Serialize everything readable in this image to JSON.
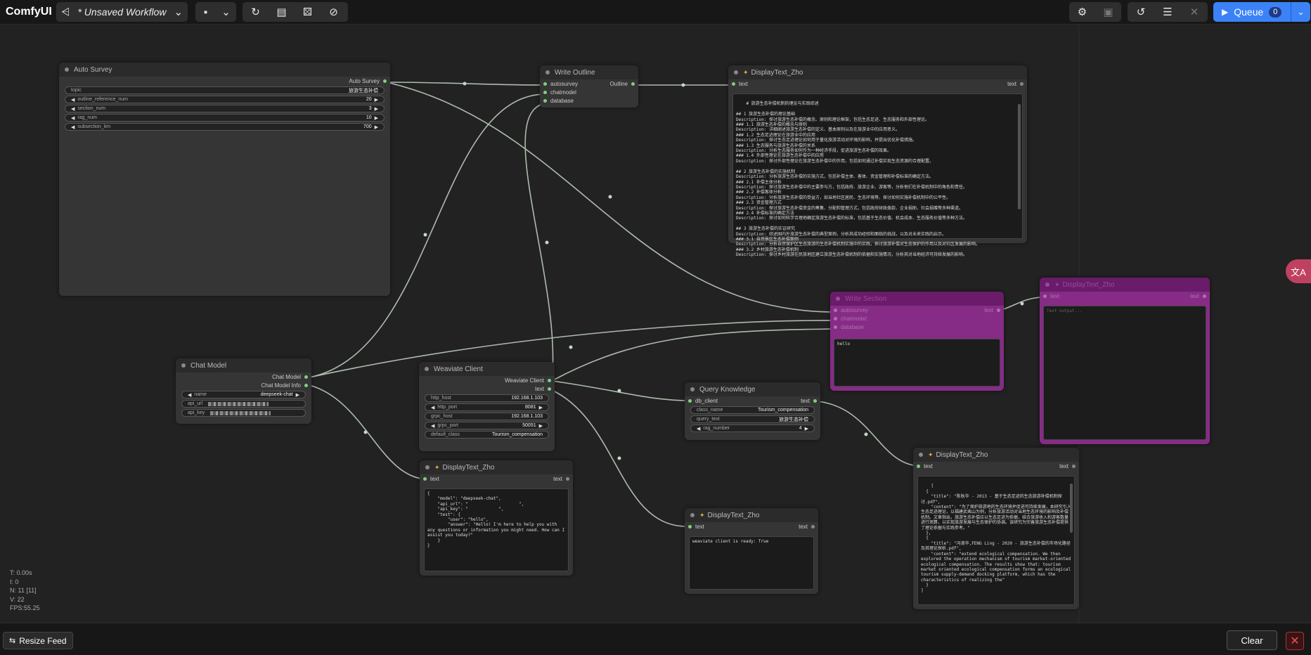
{
  "app": {
    "name": "ComfyUI",
    "workflow_title": "* Unsaved Workflow"
  },
  "queue": {
    "label": "Queue",
    "count": "0"
  },
  "icons": {
    "share": "⩤",
    "caret": "⌄",
    "save": "▪",
    "refresh": "↻",
    "clipboard": "▤",
    "dice": "⚄",
    "ban": "⊘",
    "gear": "⚙",
    "image": "▣",
    "history": "↺",
    "list": "☰",
    "close": "✕",
    "play": "▶",
    "translate": "文A"
  },
  "nodes": {
    "auto_survey": {
      "title": "Auto Survey",
      "output": "Auto Survey",
      "widgets": [
        {
          "label": "topic",
          "value": "旅游生态补偿",
          "arrows": false
        },
        {
          "label": "outline_reference_num",
          "value": "20",
          "arrows": true
        },
        {
          "label": "section_num",
          "value": "3",
          "arrows": true
        },
        {
          "label": "rag_num",
          "value": "10",
          "arrows": true
        },
        {
          "label": "subsection_len",
          "value": "700",
          "arrows": true
        }
      ]
    },
    "write_outline": {
      "title": "Write Outline",
      "inputs": [
        "autosurvey",
        "chatmodel",
        "database"
      ],
      "output": "Outline"
    },
    "display_outline": {
      "title": "DisplayText_Zho",
      "input": "text",
      "output": "text",
      "text": "# 旅游生态补偿机制的理论与实践综述\n\n## 1 旅游生态补偿的理论基础\nDescription: 探讨旅游生态补偿的概念、原则和理论框架，包括生态足迹、生态服务和外部性理论。\n### 1.1 旅游生态补偿的概念与原则\nDescription: 详细阐述旅游生态补偿的定义、基本原则以及在旅游业中的应用意义。\n### 1.2 生态足迹理论在旅游业中的应用\nDescription: 探讨生态足迹理论如何用于量化旅游活动对环境的影响，并提出优化补偿措施。\n### 1.3 生态服务与旅游生态补偿的关系\nDescription: 分析生态服务如何作为一种经济手段，促进旅游生态补偿的效果。\n### 1.4 外部性理论在旅游生态补偿中的应用\nDescription: 探讨外部性理论在旅游生态补偿中的作用，包括如何通过补偿实现生态资源的合理配置。\n\n## 2 旅游生态补偿的实施机制\nDescription: 分析旅游生态补偿的实施方式，包括补偿主体、客体、资金管理和补偿标准的确定方法。\n### 2.1 补偿主体分析\nDescription: 探讨旅游生态补偿中的主要参与方，包括政府、旅游企业、游客等，分析他们在补偿机制中的角色和责任。\n### 2.2 补偿客体分析\nDescription: 分析旅游生态补偿的受益方，如当地社区居民、生态环境等，探讨如何实施补偿机制中的公平性。\n### 2.3 资金管理方式\nDescription: 探讨旅游生态补偿资金的筹集、分配和管理方式，包括政府财政拨款、企业捐助、社会捐赠等多种渠道。\n### 2.4 补偿标准的确定方法\nDescription: 探讨如何科学合理地确定旅游生态补偿的标准，包括基于生态价值、机会成本、生态服务价值等多种方法。\n\n## 3 旅游生态补偿的实证研究\nDescription: 综述国内外旅游生态补偿的典型案例，分析其成功经验和面临的挑战，以及对未来实践的启示。\n### 3.1 自然景区生态补偿案例\nDescription: 分析自然保护区生态旅游的生态补偿机制实施中的实践，探讨旅游补偿对生态保护的作用以及对社区发展的影响。\n### 3.2 乡村旅游生态补偿机制\nDescription: 探讨乡村旅游在民族地区建立旅游生态补偿机制的依据和实施情况，分析其对当地经济可持续发展的影响。"
    },
    "chat_model": {
      "title": "Chat Model",
      "outputs": [
        "Chat Model",
        "Chat Model Info"
      ],
      "widgets": [
        {
          "label": "name",
          "value": "deepseek-chat",
          "arrows": true
        },
        {
          "label": "api_url",
          "value": "",
          "masked": true
        },
        {
          "label": "api_key",
          "value": "",
          "masked": true
        }
      ]
    },
    "weaviate_client": {
      "title": "Weaviate Client",
      "outputs": [
        "Weaviate Client",
        "text"
      ],
      "widgets": [
        {
          "label": "http_host",
          "value": "192.168.1.103",
          "arrows": false
        },
        {
          "label": "http_port",
          "value": "8081",
          "arrows": true
        },
        {
          "label": "grpc_host",
          "value": "192.168.1.103",
          "arrows": false
        },
        {
          "label": "grpc_port",
          "value": "50051",
          "arrows": true
        },
        {
          "label": "default_class",
          "value": "Tourism_compensation",
          "arrows": false
        }
      ]
    },
    "display_chat": {
      "title": "DisplayText_Zho",
      "input": "text",
      "output": "text",
      "text": "{\n    \"model\": \"deepseek-chat\",\n    \"api_url\": \"                    \",\n    \"api_key\": \"            \",\n    \"test\": {\n        \"user\": \"hello\",\n        \"answer\": \"Hello! I'm here to help you with any questions or information you might need. How can I assist you today?\"\n    }\n}"
    },
    "query_knowledge": {
      "title": "Query Knowledge",
      "input": "db_client",
      "output": "text",
      "widgets": [
        {
          "label": "class_name",
          "value": "Tourism_compensation",
          "arrows": false
        },
        {
          "label": "query_text",
          "value": "旅游生态补偿",
          "arrows": false
        },
        {
          "label": "rag_number",
          "value": "4",
          "arrows": true
        }
      ]
    },
    "display_weaviate": {
      "title": "DisplayText_Zho",
      "input": "text",
      "output": "text",
      "text": "weaviate client is ready: True"
    },
    "display_query": {
      "title": "DisplayText_Zho",
      "input": "text",
      "output": "text",
      "text": "[\n  {\n    \"title\": \"陈秋华 - 2013 - 基于生态足迹的生态旅游补偿机制探讨.pdf\",\n    \"content\": \"为了保护旅游地的生态环境并促进可持续发展，本研究引入生态足迹理论，以福建武夷山为例，分析旅游活动对当地生态环境的影响及补偿机制。文章指出，旅游生态补偿应以生态足迹为依据，结合旅游收入和游客数量进行测算，以实现旅游发展与生态保护的协调。该研究为完善旅游生态补偿提供了理论依据与实践参考。\"\n  },\n  {\n    \"title\": \"冯淑华,FENG Ling - 2020 - 旅游生态补偿的市场化路径及其理论探析.pdf\",\n    \"content\": \"extend ecological compensation. We then explored the operation mechanism of tourism market-oriented ecological compensation. The results show that: tourism market oriented ecological compensation forms an ecological tourism supply-demand docking platform, which has the characteristics of realizing the\"\n  }\n]"
    },
    "write_section": {
      "title": "Write Section",
      "inputs": [
        "autosurvey",
        "chatmodel",
        "database"
      ],
      "output": "text",
      "text": "hello"
    },
    "display_section": {
      "title": "DisplayText_Zho",
      "input": "text",
      "output": "text",
      "placeholder": "Text output..."
    }
  },
  "stats": {
    "t": "T: 0.00s",
    "i": "I: 0",
    "n": "N: 11 [11]",
    "v": "V: 22",
    "fps": "FPS:55.25"
  },
  "bottom": {
    "resize_feed": "Resize Feed",
    "clear": "Clear"
  },
  "colors": {
    "slot": "#7ed07e",
    "accent": "#3b82f6",
    "bypass": "#862c86",
    "link": "#c5d6c5"
  }
}
